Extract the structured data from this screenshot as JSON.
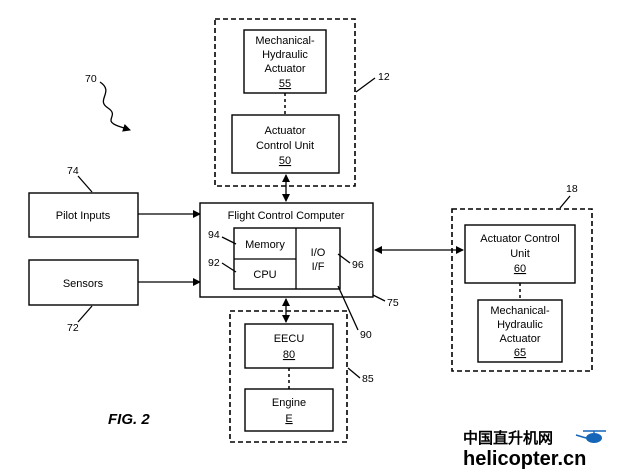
{
  "figure_label": "FIG. 2",
  "refs": {
    "system": "70",
    "group_top": "12",
    "group_right": "18",
    "group_bottom": "85",
    "pilot": "74",
    "sensors": "72",
    "fcc": "75",
    "memory": "94",
    "cpu": "92",
    "io": "96",
    "inner": "90"
  },
  "blocks": {
    "mha_top": {
      "line1": "Mechanical-",
      "line2": "Hydraulic",
      "line3": "Actuator",
      "ref": "55"
    },
    "acu_top": {
      "line1": "Actuator",
      "line2": "Control Unit",
      "ref": "50"
    },
    "pilot_inputs": {
      "label": "Pilot Inputs"
    },
    "sensors": {
      "label": "Sensors"
    },
    "fcc": {
      "title": "Flight Control Computer"
    },
    "memory": {
      "label": "Memory"
    },
    "cpu": {
      "label": "CPU"
    },
    "io": {
      "line1": "I/O",
      "line2": "I/F"
    },
    "acu_right": {
      "line1": "Actuator Control",
      "line2": "Unit",
      "ref": "60"
    },
    "mha_right": {
      "line1": "Mechanical-",
      "line2": "Hydraulic",
      "line3": "Actuator",
      "ref": "65"
    },
    "eecu": {
      "label": "EECU",
      "ref": "80"
    },
    "engine": {
      "label": "Engine",
      "ref": "E"
    }
  },
  "watermark": {
    "cn": "中国直升机网",
    "en": "helicopter.cn"
  },
  "colors": {
    "ink": "#000000",
    "watermark": "#1565b8",
    "background": "#ffffff"
  }
}
